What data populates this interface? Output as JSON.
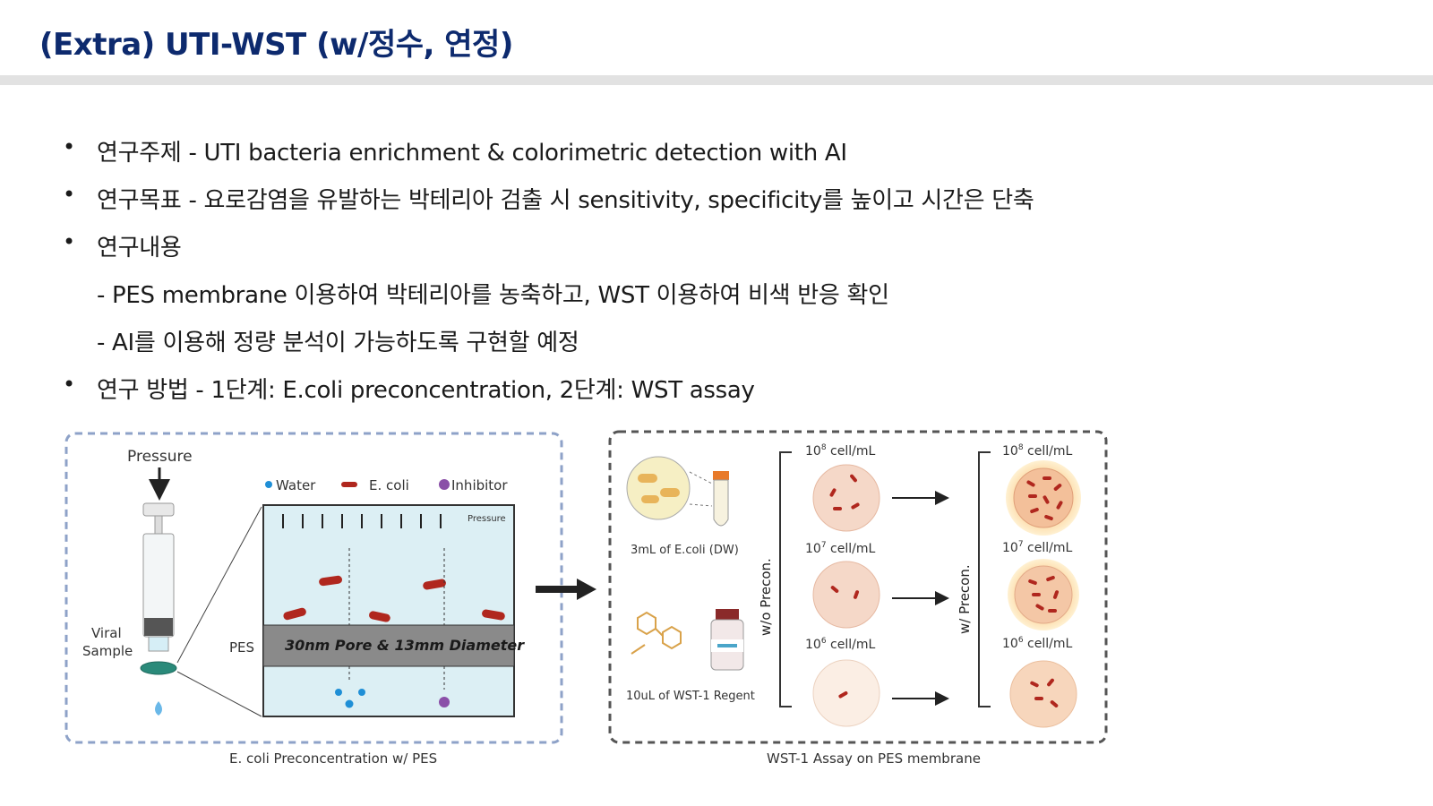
{
  "slide": {
    "title": "(Extra) UTI-WST (w/정수, 연정)",
    "bullets": [
      {
        "bullet": "•",
        "text": "연구주제 - UTI bacteria enrichment & colorimetric detection with AI"
      },
      {
        "bullet": "•",
        "text": "연구목표 - 요로감염을 유발하는 박테리아 검출 시 sensitivity, specificity를 높이고 시간은 단축"
      },
      {
        "bullet": "•",
        "text": "연구내용"
      },
      {
        "bullet": "•",
        "text": "연구 방법 - 1단계: E.coli preconcentration, 2단계: WST assay"
      }
    ],
    "sub_items": [
      "- PES membrane 이용하여 박테리아를 농축하고, WST 이용하여 비색 반응 확인",
      "- AI를 이용해 정량 분석이 가능하도록 구현할 예정"
    ]
  },
  "figure": {
    "left_panel": {
      "pressure_label": "Pressure",
      "viral_label": "Viral",
      "sample_label": "Sample",
      "legend_water": "Water",
      "legend_ecoli": "E. coli",
      "legend_inhibitor": "Inhibitor",
      "inner_pressure": "Pressure",
      "pes_label": "PES",
      "membrane_text": "30nm Pore & 13mm Diameter",
      "caption": "E. coli Preconcentration w/ PES",
      "colors": {
        "water": "#1f8fd6",
        "ecoli": "#b0271e",
        "inhibitor": "#8a4fa8",
        "chamber": "#dcefF4"
      }
    },
    "right_panel": {
      "ecoli_label": "3mL of E.coli (DW)",
      "wst_label": "10uL of WST-1 Regent",
      "wo_precon": "w/o Precon.",
      "w_precon": "w/ Precon.",
      "caption": "WST-1 Assay on PES membrane",
      "conc_left": [
        {
          "base": "10",
          "exp": "8",
          "unit": " cell/mL"
        },
        {
          "base": "10",
          "exp": "7",
          "unit": " cell/mL"
        },
        {
          "base": "10",
          "exp": "6",
          "unit": " cell/mL"
        }
      ],
      "conc_right": [
        {
          "base": "10",
          "exp": "8",
          "unit": " cell/mL"
        },
        {
          "base": "10",
          "exp": "7",
          "unit": " cell/mL"
        },
        {
          "base": "10",
          "exp": "6",
          "unit": " cell/mL"
        }
      ]
    }
  }
}
